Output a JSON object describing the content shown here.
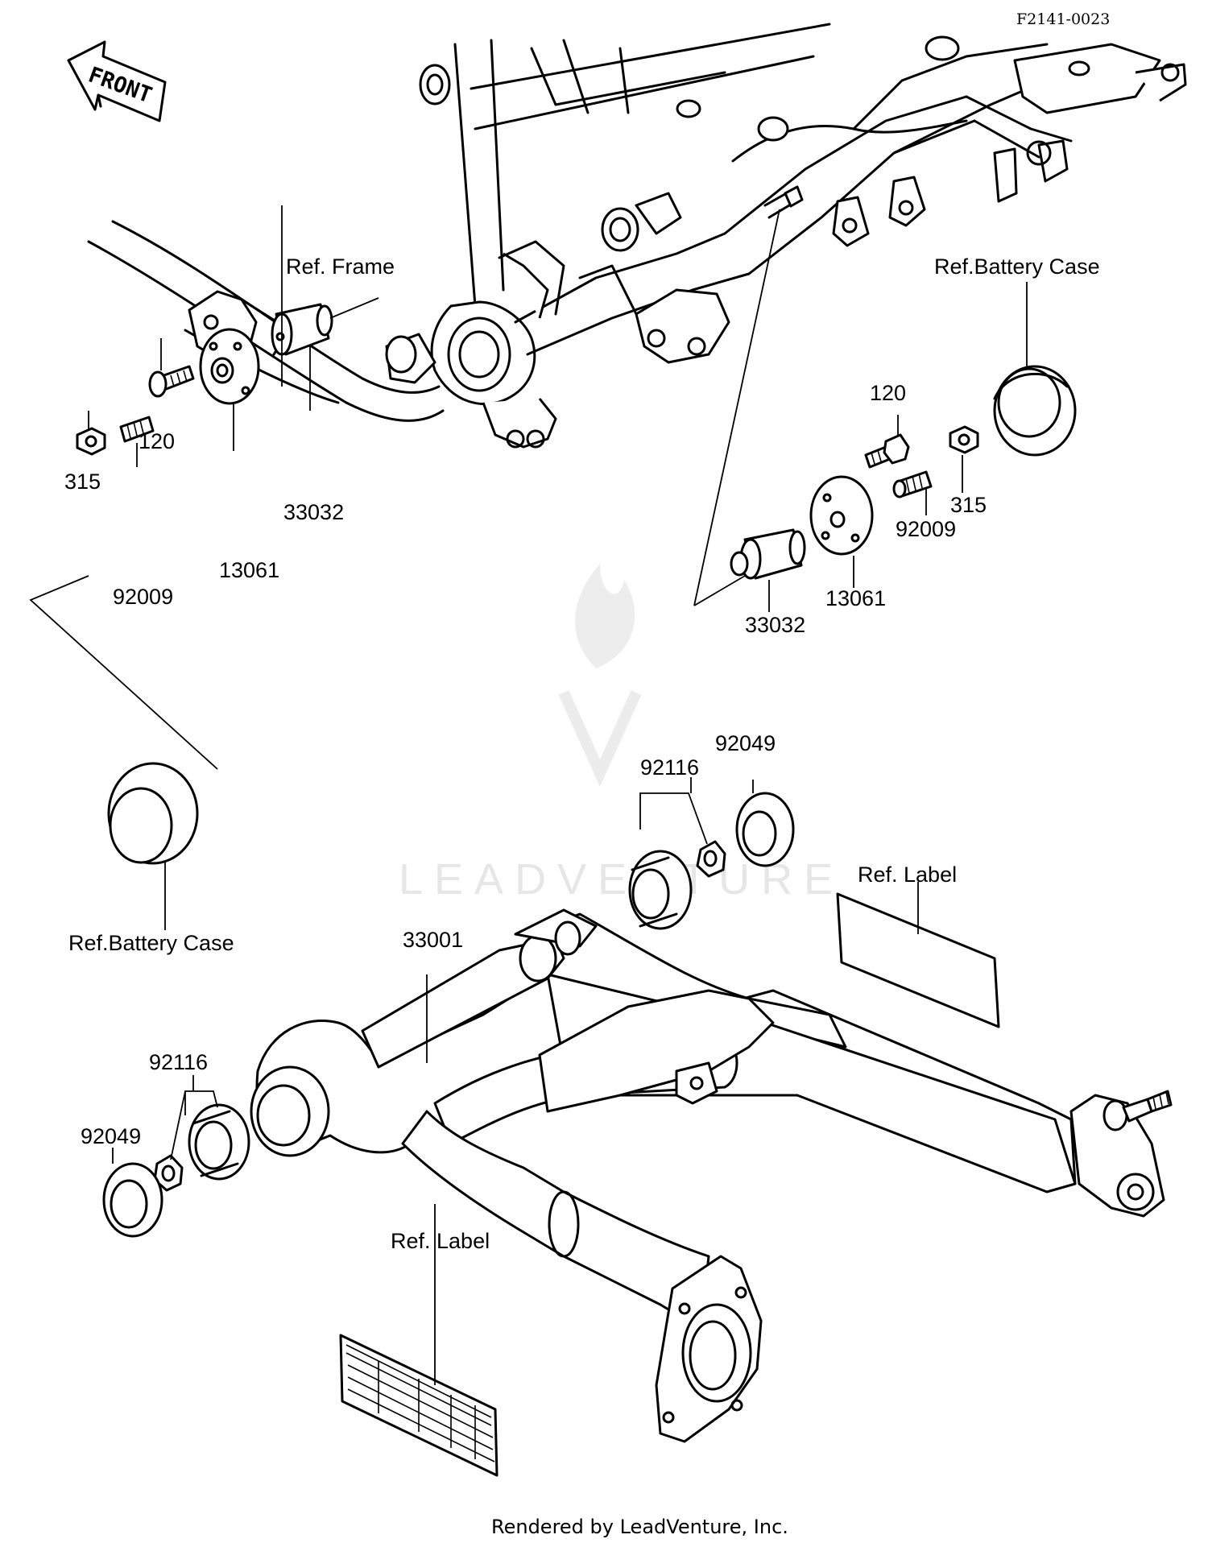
{
  "diagram_code": "F2141-0023",
  "front_arrow_label": "FRONT",
  "footer": "Rendered by LeadVenture, Inc.",
  "watermark": "LEADVENTURE",
  "labels": {
    "ref_frame": "Ref. Frame",
    "ref_battery_case_right": "Ref.Battery Case",
    "ref_battery_case_left": "Ref.Battery Case",
    "ref_label_right": "Ref. Label",
    "ref_label_bottom": "Ref. Label"
  },
  "parts": {
    "left_120": "120",
    "left_315": "315",
    "left_92009": "92009",
    "left_13061": "13061",
    "left_33032": "33032",
    "right_120": "120",
    "right_315": "315",
    "right_92009": "92009",
    "right_13061": "13061",
    "right_33032": "33032",
    "upper_92116": "92116",
    "upper_92049": "92049",
    "swingarm_33001": "33001",
    "lower_92116": "92116",
    "lower_92049": "92049"
  }
}
